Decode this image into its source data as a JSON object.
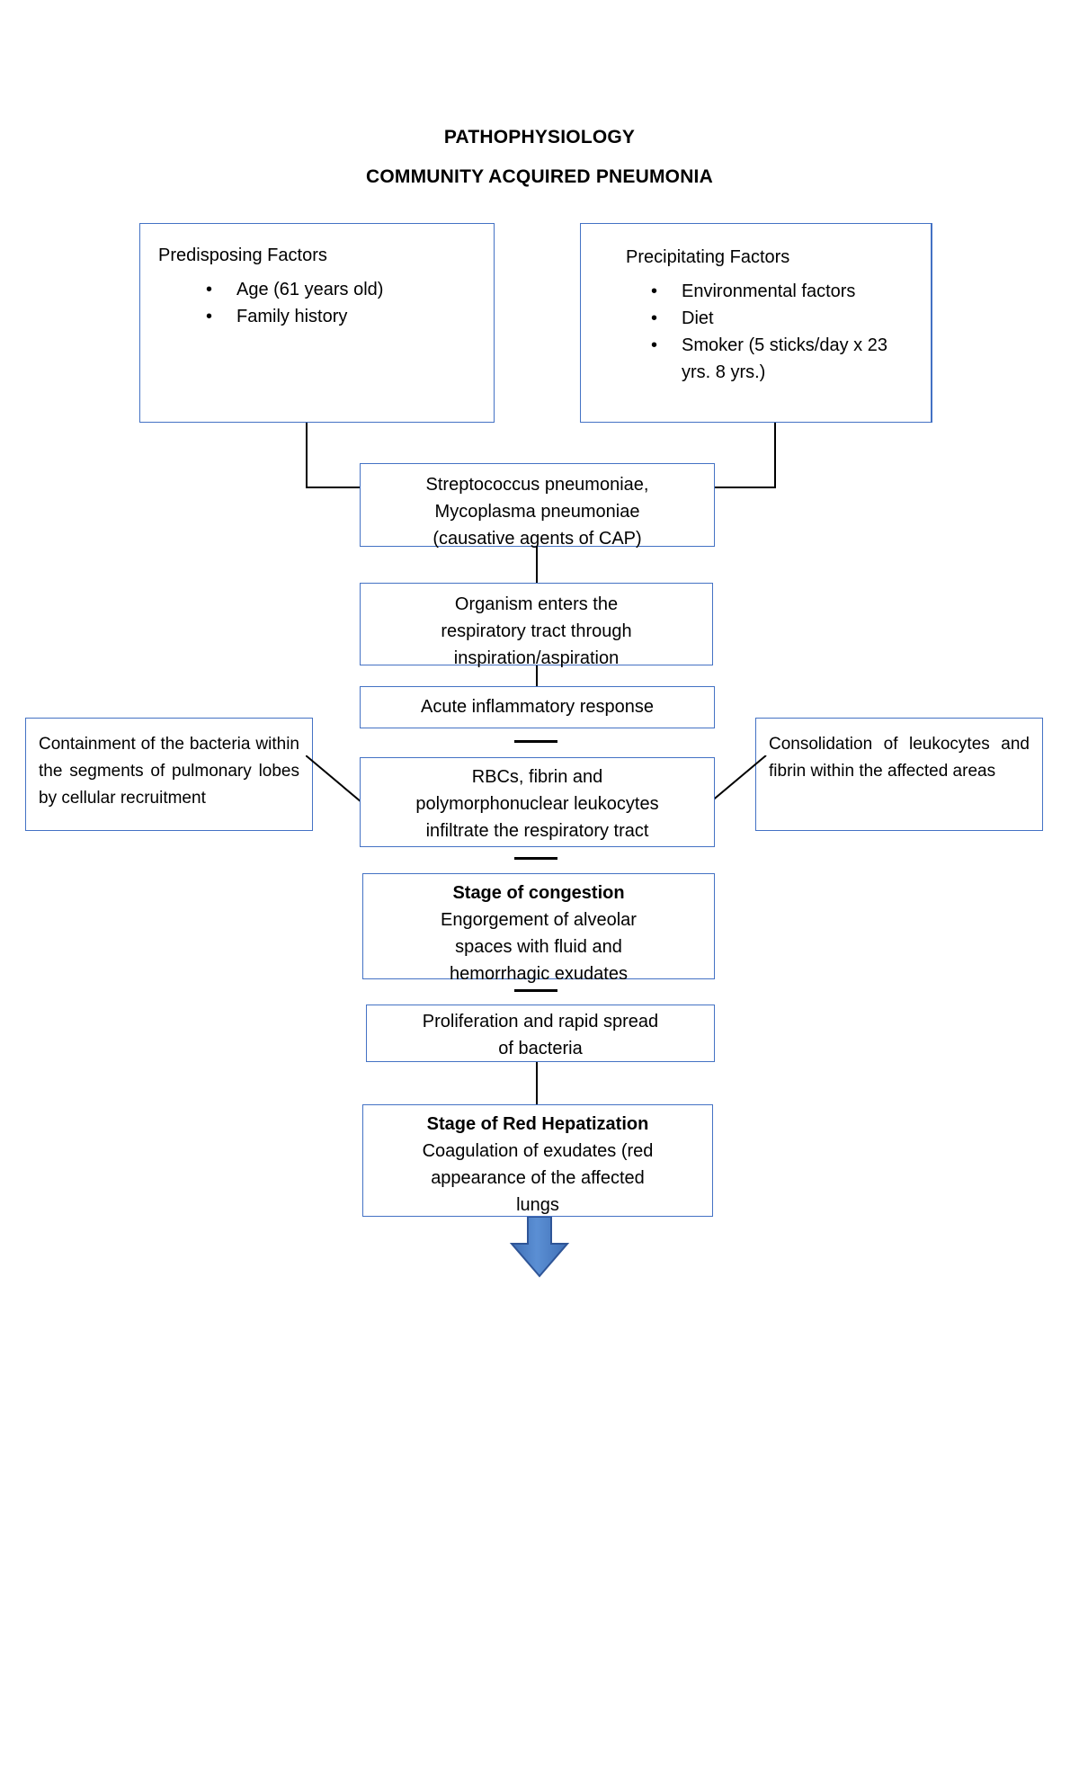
{
  "document": {
    "title_line1": "PATHOPHYSIOLOGY",
    "title_line2": "COMMUNITY ACQUIRED PNEUMONIA"
  },
  "theme": {
    "box_border_color": "#4472c4",
    "connector_color": "#000000",
    "arrow_fill_color": "#4a7ec4",
    "arrow_stroke_color": "#2f5597",
    "background": "#ffffff",
    "text_color": "#000000"
  },
  "factor_boxes": {
    "predisposing": {
      "heading": "Predisposing Factors",
      "bullets": [
        "Age (61 years old)",
        "Family history"
      ]
    },
    "precipitating": {
      "heading": "Precipitating Factors",
      "bullets": [
        "Environmental factors",
        "Diet",
        "Smoker (5 sticks/day x 23 yrs. 8 yrs.)"
      ]
    }
  },
  "flow": {
    "agents": {
      "line1": "Streptococcus pneumoniae,",
      "line2": "Mycoplasma pneumoniae",
      "line3": "(causative agents of CAP)"
    },
    "organism_entry": {
      "line1": "Organism enters the",
      "line2": "respiratory tract through",
      "line3": "inspiration/aspiration"
    },
    "acute_inflammatory": {
      "text": "Acute inflammatory response"
    },
    "infiltration": {
      "line1": "RBCs, fibrin and",
      "line2": "polymorphonuclear leukocytes",
      "line3": "infiltrate the respiratory tract"
    },
    "stage_congestion": {
      "heading": "Stage of congestion",
      "line1": "Engorgement of alveolar",
      "line2": "spaces with fluid and",
      "line3": "hemorrhagic exudates"
    },
    "proliferation": {
      "line1": "Proliferation and rapid spread",
      "line2": "of bacteria"
    },
    "stage_red_hepatization": {
      "heading": "Stage of Red Hepatization",
      "line1": "Coagulation of exudates (red",
      "line2": "appearance of the affected",
      "line3": "lungs"
    }
  },
  "side_boxes": {
    "containment": {
      "text": "Containment of the bacteria within the segments of pulmonary lobes by cellular recruitment"
    },
    "consolidation": {
      "text": "Consolidation of leukocytes and fibrin within the affected areas"
    }
  },
  "icons": {
    "bullet": "•",
    "down_arrow": "down-arrow-icon"
  }
}
